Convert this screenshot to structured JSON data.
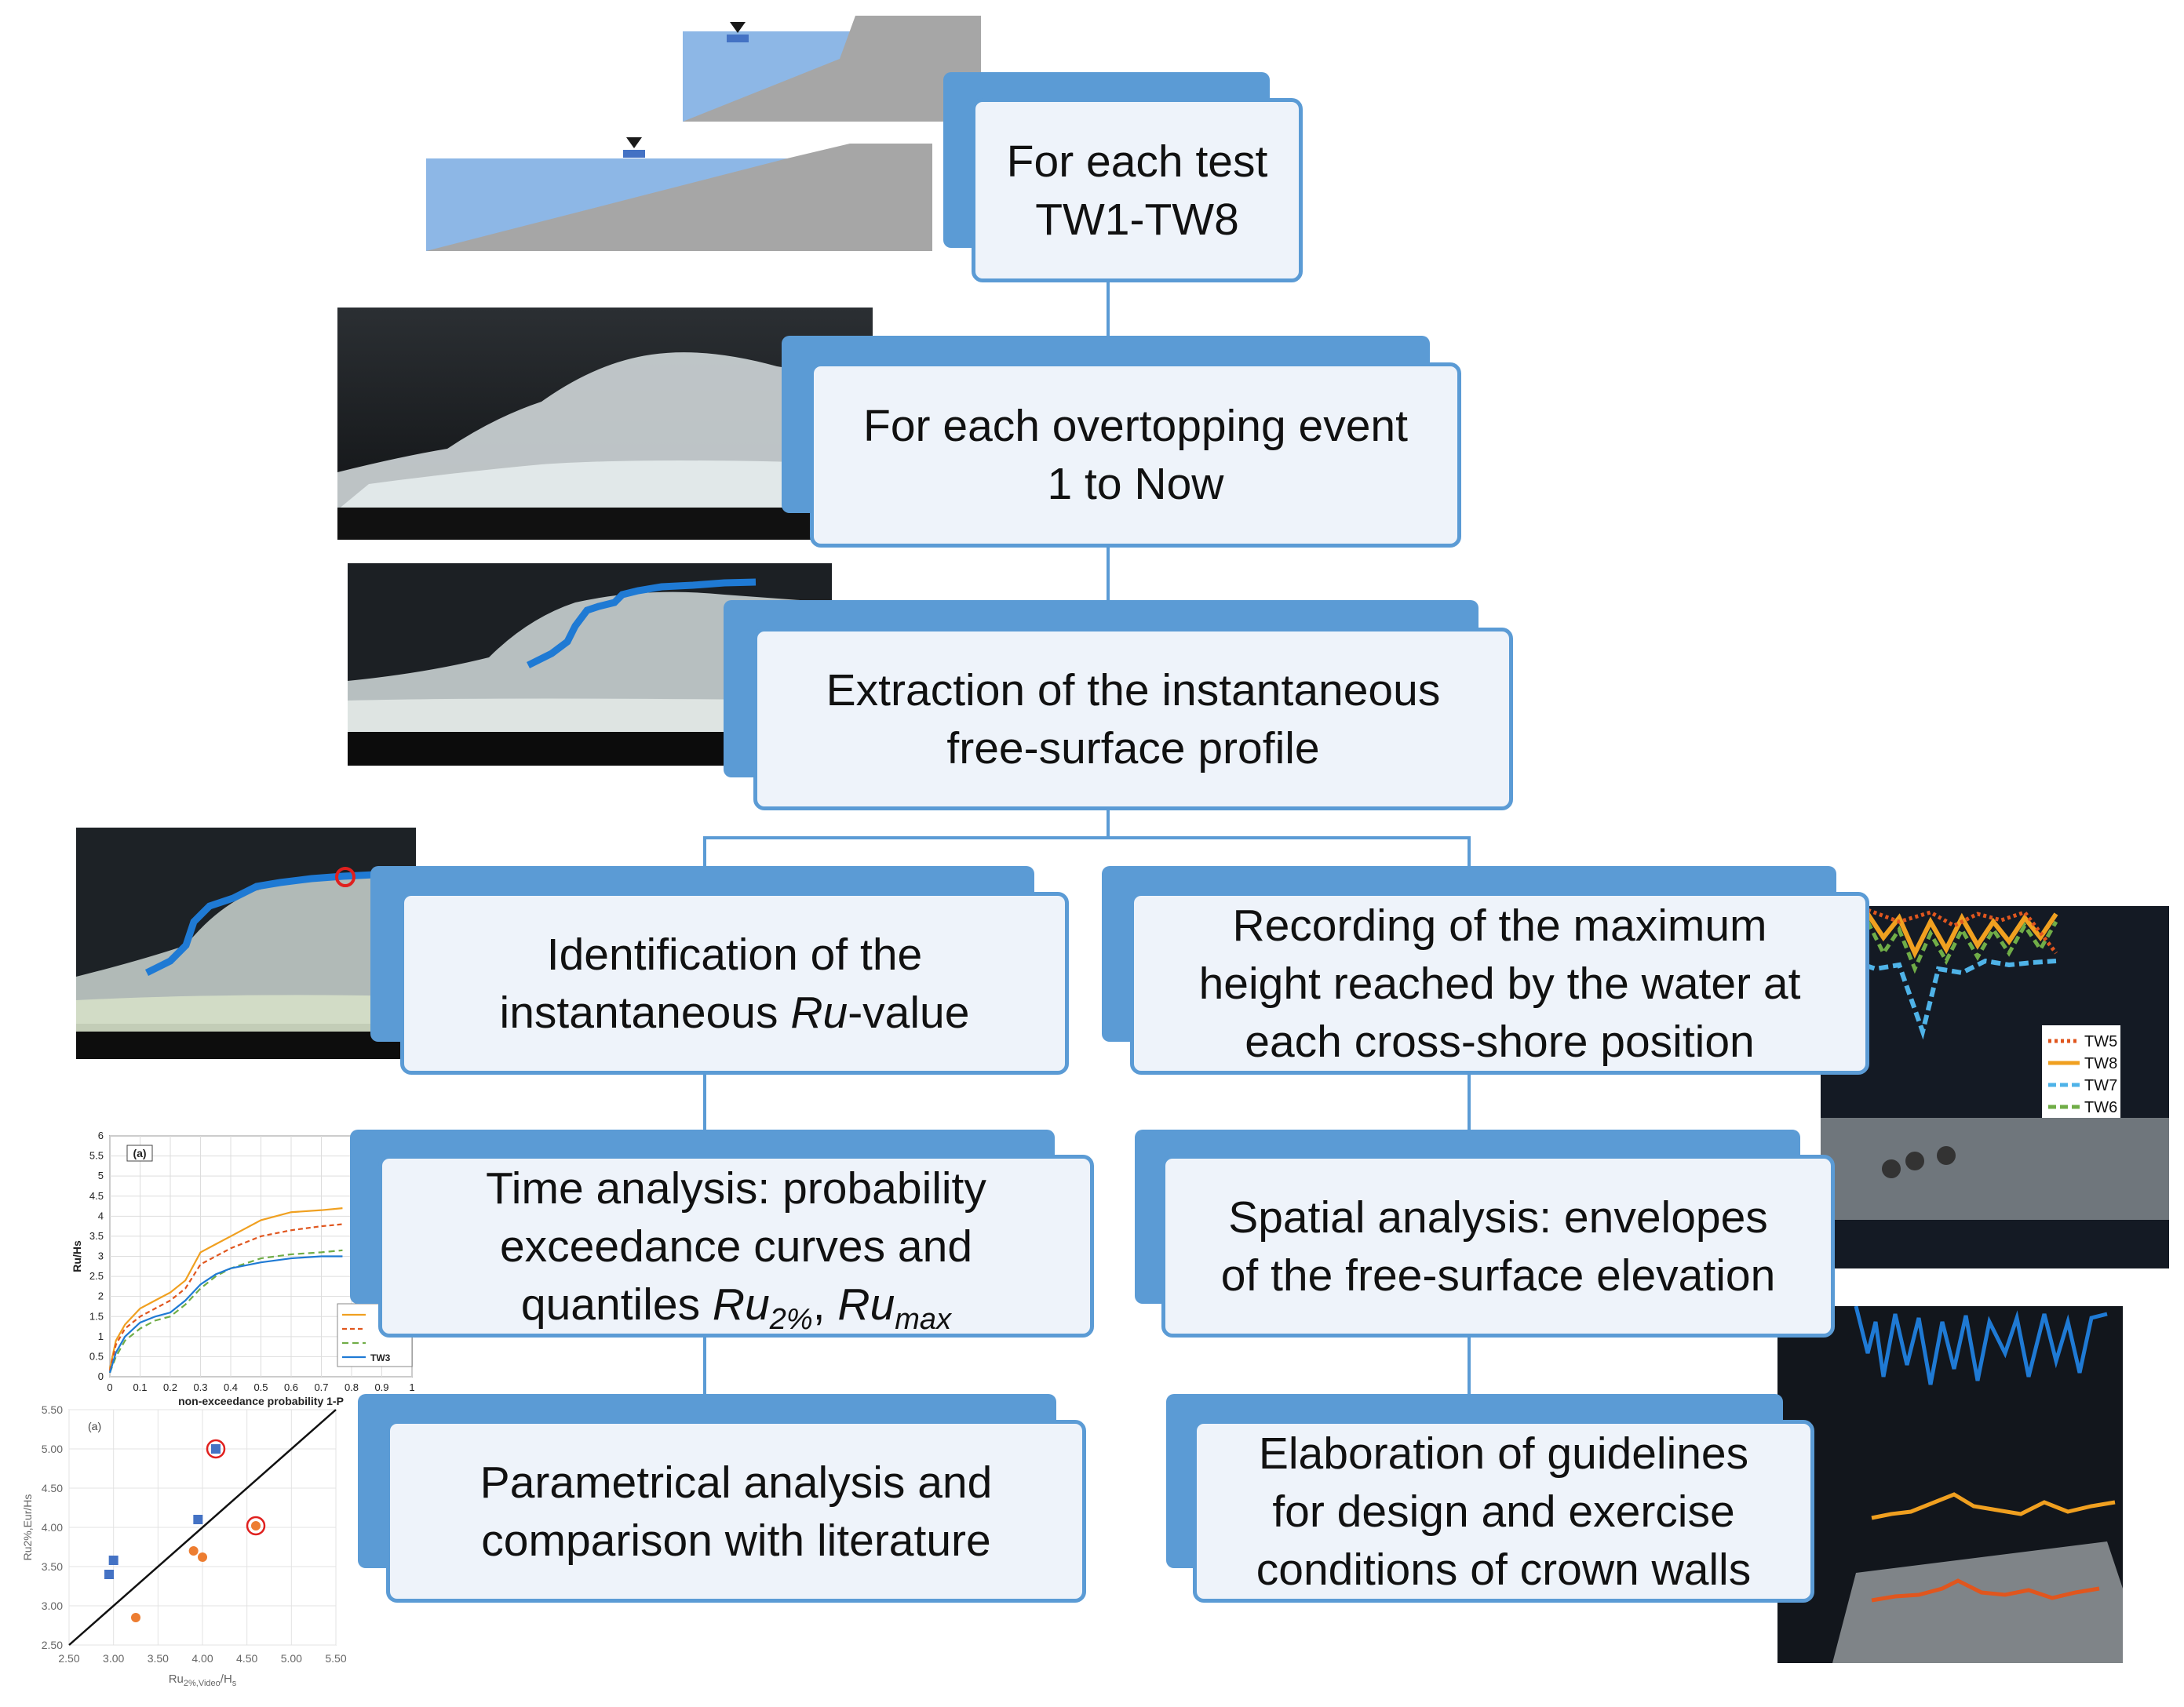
{
  "boxes": {
    "test": {
      "line1": "For each test",
      "line2": "TW1-TW8"
    },
    "event": {
      "line1": "For each overtopping event",
      "line2": "1 to Now"
    },
    "extraction": {
      "line1": "Extraction of the instantaneous",
      "line2": "free-surface profile"
    },
    "identification": {
      "line1": "Identification of the",
      "line2a": "instantaneous ",
      "line2b": "Ru",
      "line2c": "-value"
    },
    "recording": {
      "line1": "Recording of the maximum",
      "line2": "height reached by the water at",
      "line3": "each cross-shore position"
    },
    "time": {
      "line1": "Time analysis: probability",
      "line2": "exceedance curves and",
      "line3a": "quantiles ",
      "ru": "Ru",
      "sub1": "2%",
      "sep": ", ",
      "sub2": "max"
    },
    "spatial": {
      "line1": "Spatial analysis: envelopes",
      "line2": "of the free-surface elevation"
    },
    "parametric": {
      "line1": "Parametrical analysis and",
      "line2": "comparison with literature"
    },
    "guidelines": {
      "line1": "Elaboration of guidelines",
      "line2": "for design and exercise",
      "line3": "conditions of crown walls"
    }
  },
  "legend_tw": [
    "TW5",
    "TW8",
    "TW7",
    "TW6"
  ],
  "colors": {
    "box_fill": "#eef3fa",
    "box_border": "#5b9bd5",
    "water": "#8db7e6",
    "structure": "#a6a6a6",
    "orange": "#e0561e",
    "gold": "#f0a020",
    "lightblue": "#4fb3e8",
    "green": "#70ad47",
    "blue": "#1f7ad4"
  },
  "chart_data": [
    {
      "type": "line",
      "panel": "(a)",
      "xlabel": "non-exceedance probability 1-P",
      "ylabel": "Ru/Hs",
      "xlim": [
        0,
        1
      ],
      "ylim": [
        0,
        6
      ],
      "xticks": [
        "0",
        "0.1",
        "0.2",
        "0.3",
        "0.4",
        "0.5",
        "0.6",
        "0.7",
        "0.8",
        "0.9",
        "1"
      ],
      "yticks": [
        "0",
        "0.5",
        "1",
        "1.5",
        "2",
        "2.5",
        "3",
        "3.5",
        "4",
        "4.5",
        "5",
        "5.5",
        "6"
      ],
      "legend": [
        "TW3"
      ],
      "series": [
        {
          "color": "#f0a020",
          "dash": "",
          "x": [
            0,
            0.02,
            0.05,
            0.1,
            0.15,
            0.2,
            0.25,
            0.3,
            0.35,
            0.4,
            0.5,
            0.6,
            0.7,
            0.77
          ],
          "y": [
            0.2,
            0.9,
            1.3,
            1.7,
            1.9,
            2.1,
            2.4,
            3.1,
            3.3,
            3.5,
            3.9,
            4.1,
            4.15,
            4.2
          ]
        },
        {
          "color": "#e0561e",
          "dash": "6,4",
          "x": [
            0,
            0.02,
            0.05,
            0.1,
            0.15,
            0.2,
            0.25,
            0.3,
            0.35,
            0.4,
            0.5,
            0.6,
            0.7,
            0.77
          ],
          "y": [
            0.15,
            0.8,
            1.2,
            1.5,
            1.7,
            1.9,
            2.2,
            2.8,
            3.0,
            3.2,
            3.5,
            3.65,
            3.75,
            3.8
          ]
        },
        {
          "color": "#70ad47",
          "dash": "8,5",
          "x": [
            0,
            0.02,
            0.05,
            0.1,
            0.15,
            0.2,
            0.25,
            0.3,
            0.35,
            0.4,
            0.5,
            0.6,
            0.7,
            0.77
          ],
          "y": [
            0.1,
            0.5,
            0.9,
            1.2,
            1.4,
            1.5,
            1.8,
            2.2,
            2.5,
            2.7,
            2.95,
            3.05,
            3.1,
            3.15
          ]
        },
        {
          "color": "#1f7ad4",
          "dash": "",
          "x": [
            0,
            0.02,
            0.05,
            0.1,
            0.15,
            0.2,
            0.25,
            0.3,
            0.35,
            0.4,
            0.5,
            0.6,
            0.7,
            0.77
          ],
          "y": [
            0.1,
            0.6,
            1.0,
            1.35,
            1.5,
            1.6,
            1.9,
            2.3,
            2.55,
            2.7,
            2.85,
            2.95,
            3.0,
            3.0
          ]
        }
      ]
    },
    {
      "type": "scatter",
      "panel": "(a)",
      "xlabel_main": "Ru",
      "xlabel_sub": "2%,Video",
      "xlabel_tail": "/H",
      "xlabel_sub2": "s",
      "ylabel": "Ru2%,Eur/Hs",
      "xlim": [
        2.5,
        5.5
      ],
      "ylim": [
        2.5,
        5.5
      ],
      "xticks": [
        "2.50",
        "3.00",
        "3.50",
        "4.00",
        "4.50",
        "5.00",
        "5.50"
      ],
      "yticks": [
        "2.50",
        "3.00",
        "3.50",
        "4.00",
        "4.50",
        "5.00",
        "5.50"
      ],
      "series": [
        {
          "marker": "square",
          "color": "#4472c4",
          "x": [
            2.95,
            3.0,
            3.95,
            4.15
          ],
          "y": [
            3.4,
            3.58,
            4.1,
            5.0
          ]
        },
        {
          "marker": "circle",
          "color": "#ed7d31",
          "x": [
            3.25,
            3.9,
            4.0,
            4.6
          ],
          "y": [
            2.85,
            3.7,
            3.62,
            4.02
          ]
        }
      ],
      "highlighted": [
        {
          "x": 4.15,
          "y": 5.0
        },
        {
          "x": 4.6,
          "y": 4.02
        }
      ]
    }
  ]
}
